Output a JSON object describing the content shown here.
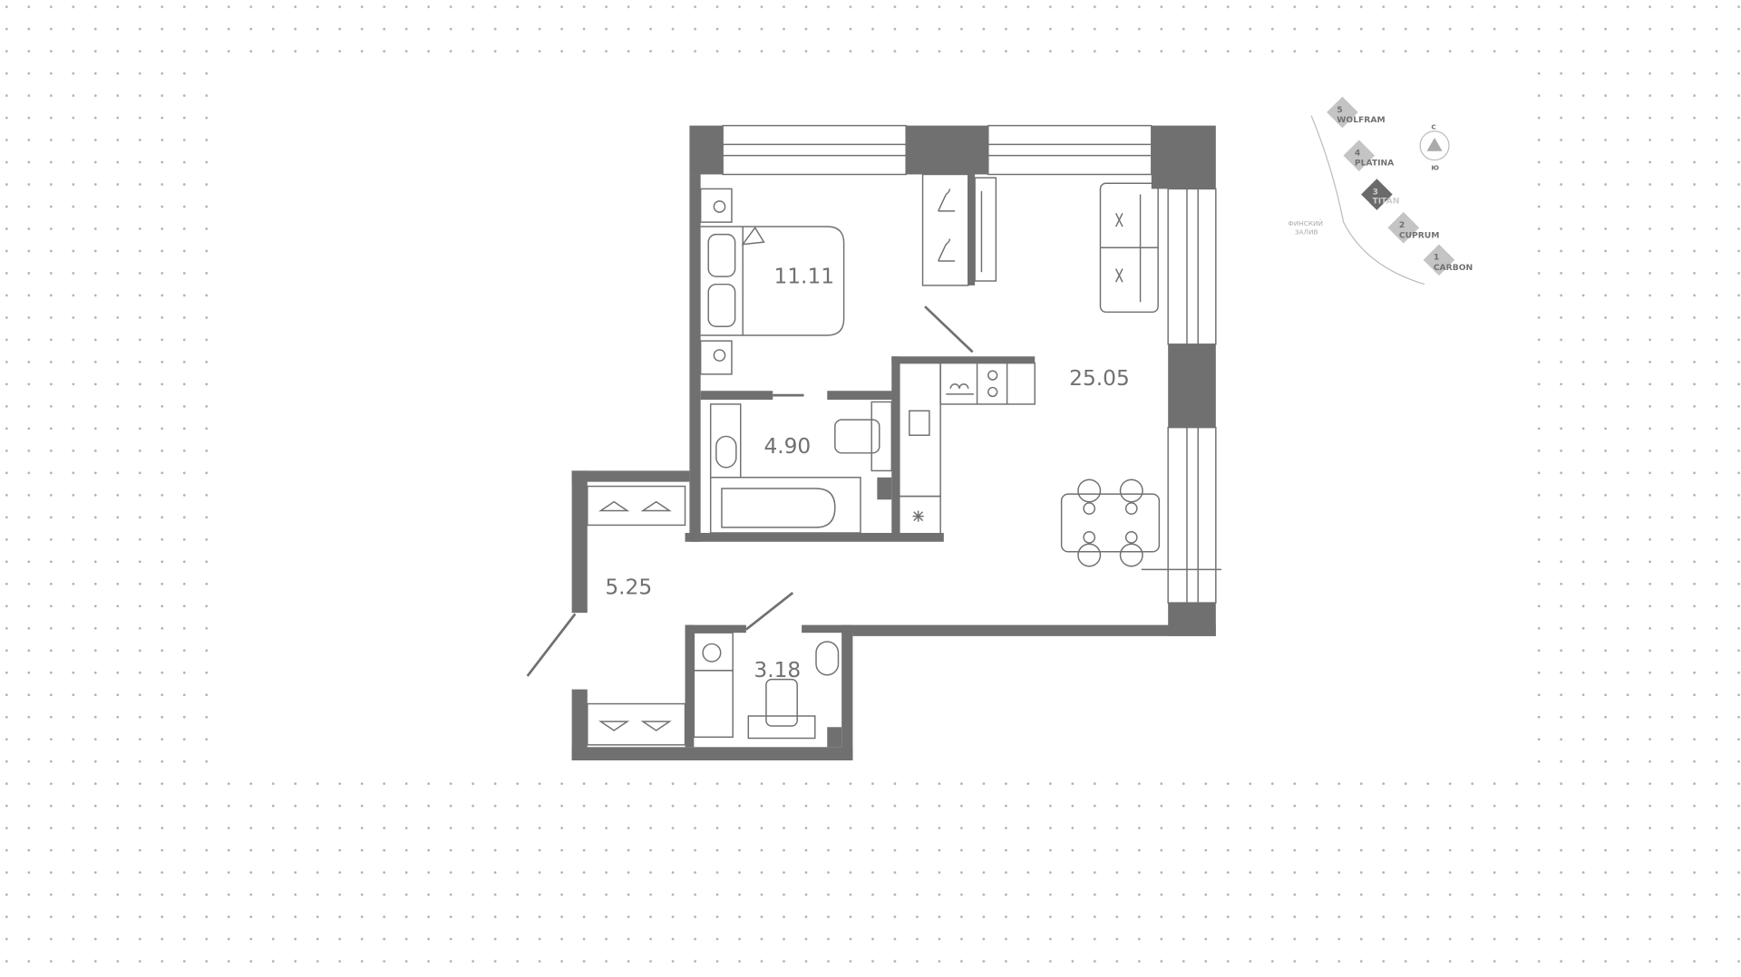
{
  "colors": {
    "wall": "#707070",
    "dot": "#b0b0b0",
    "active_building": "#6a6a6a",
    "building": "#c4c4c4"
  },
  "rooms": [
    {
      "id": "bedroom",
      "area": "11.11"
    },
    {
      "id": "bathroom",
      "area": "4.90"
    },
    {
      "id": "living-kitchen",
      "area": "25.05"
    },
    {
      "id": "hallway",
      "area": "5.25"
    },
    {
      "id": "wc-laundry",
      "area": "3.18"
    }
  ],
  "legend": {
    "buildings": [
      {
        "num": "5",
        "name": "WOLFRAM",
        "active": false
      },
      {
        "num": "4",
        "name": "PLATINA",
        "active": false
      },
      {
        "num": "3",
        "name": "TITAN",
        "active": true
      },
      {
        "num": "2",
        "name": "CUPRUM",
        "active": false
      },
      {
        "num": "1",
        "name": "CARBON",
        "active": false
      }
    ],
    "water_label_1": "ФИНСКИЙ",
    "water_label_2": "ЗАЛИВ",
    "compass_north": "С",
    "compass_south": "Ю"
  }
}
